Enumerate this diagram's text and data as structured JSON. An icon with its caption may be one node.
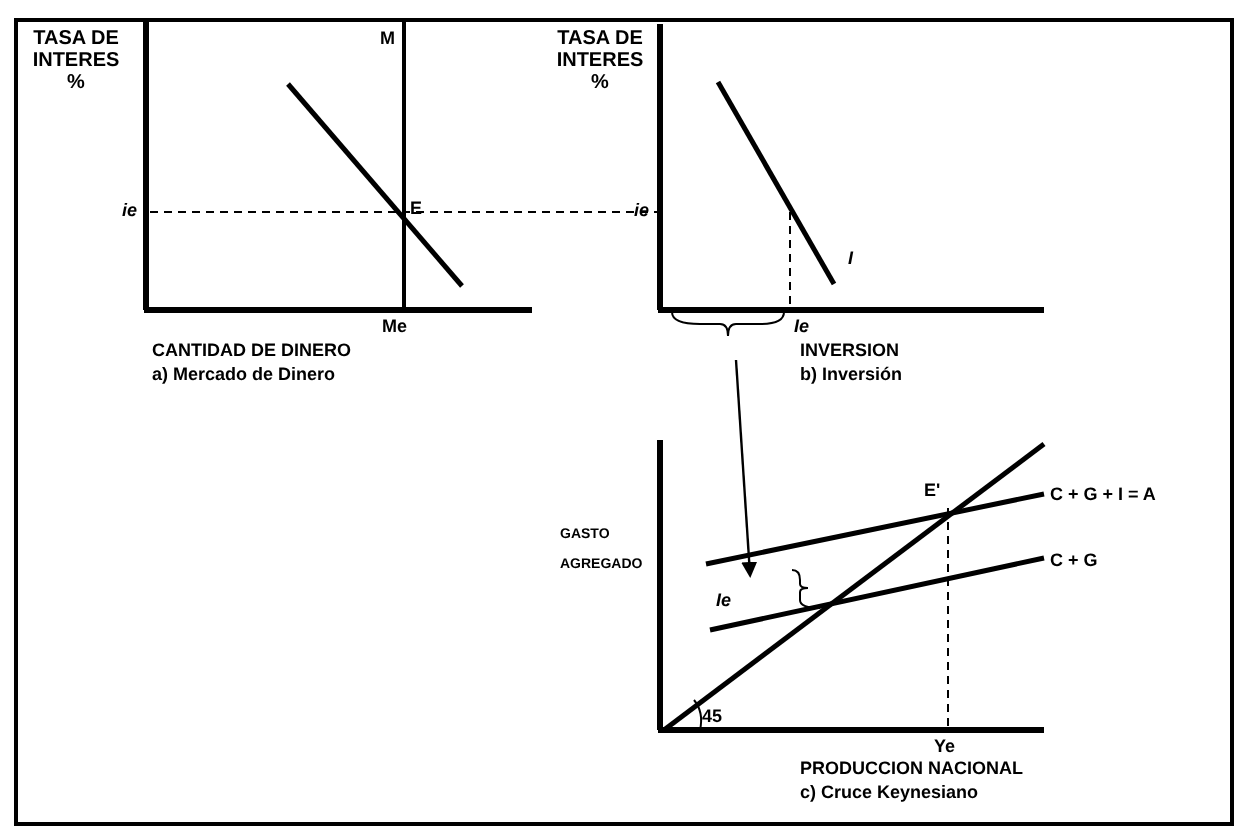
{
  "diagram": {
    "labels": [
      "TASA DE INTERES %",
      "M",
      "TASA DE INTERES %",
      "ie",
      "E",
      "ie",
      "I",
      "Me",
      "Ie",
      "CANTIDAD DE DINERO",
      "a) Mercado de Dinero",
      "INVERSION",
      "b) Inversión",
      "E'",
      "C + G + I = A",
      "GASTO AGREGADO",
      "C + G",
      "Ie",
      "45",
      "Ye",
      "PRODUCCION NACIONAL",
      "c) Cruce Keynesiano"
    ]
  }
}
